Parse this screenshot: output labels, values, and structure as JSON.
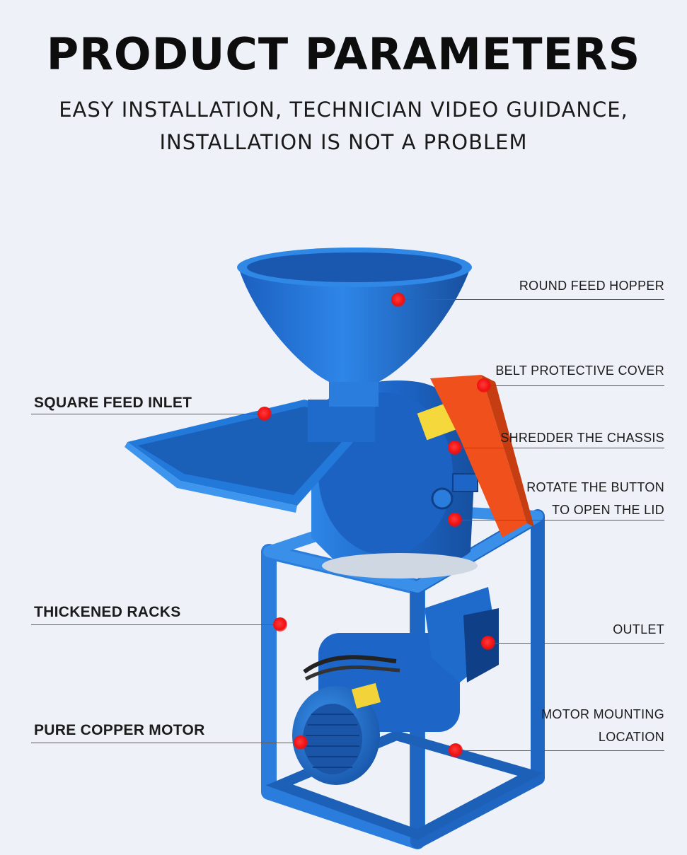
{
  "header": {
    "title": "PRODUCT PARAMETERS",
    "subtitle_line1": "EASY INSTALLATION, TECHNICIAN VIDEO GUIDANCE,",
    "subtitle_line2": "INSTALLATION IS NOT A PROBLEM"
  },
  "callouts_right": {
    "round_feed_hopper": "ROUND FEED HOPPER",
    "belt_protective_cover": "BELT PROTECTIVE COVER",
    "shredder_chassis": "SHREDDER THE CHASSIS",
    "rotate_button_line1": "ROTATE THE BUTTON",
    "rotate_button_line2": "TO OPEN THE LID",
    "outlet": "OUTLET",
    "motor_mounting_line1": "MOTOR MOUNTING",
    "motor_mounting_line2": "LOCATION"
  },
  "callouts_left": {
    "square_feed_inlet": "SQUARE FEED INLET",
    "thickened_racks": "THICKENED RACKS",
    "pure_copper_motor": "PURE COPPER MOTOR"
  },
  "colors": {
    "background": "#eef2f8",
    "machine_blue": "#1f6fd1",
    "belt_cover_orange": "#f0501c",
    "marker_red": "#ef1010"
  }
}
